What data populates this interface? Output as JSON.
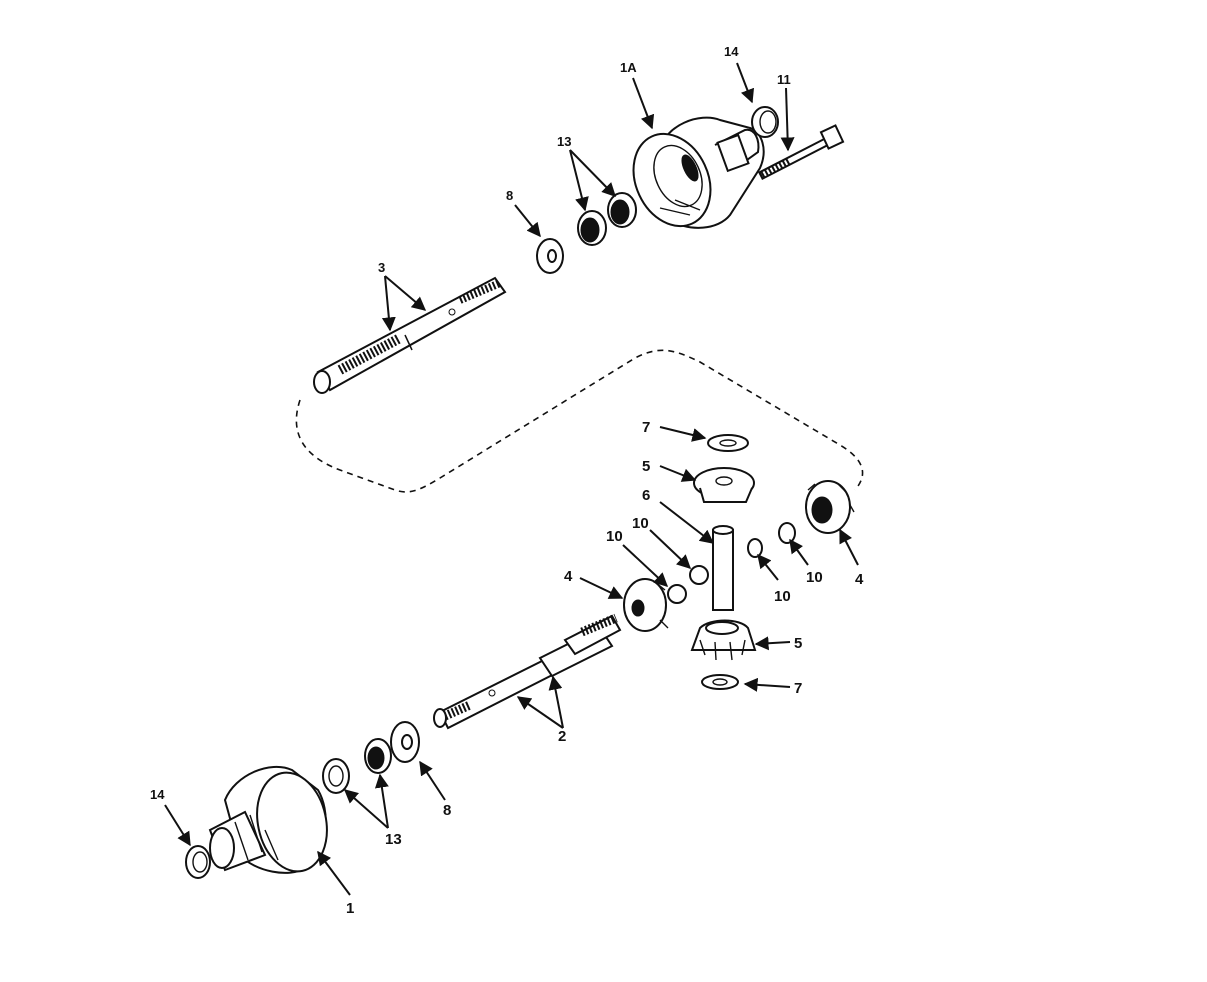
{
  "callouts": {
    "c1A": "1A",
    "c14_top": "14",
    "c11": "11",
    "c13_top": "13",
    "c8_top": "8",
    "c3": "3",
    "c7_top": "7",
    "c5_top": "5",
    "c6": "6",
    "c10_a": "10",
    "c10_b": "10",
    "c4_left": "4",
    "c10_c": "10",
    "c10_d": "10",
    "c4_right": "4",
    "c5_bottom": "5",
    "c7_bottom": "7",
    "c2": "2",
    "c8_bottom": "8",
    "c14_bottom": "14",
    "c13_bottom": "13",
    "c1": "1"
  }
}
